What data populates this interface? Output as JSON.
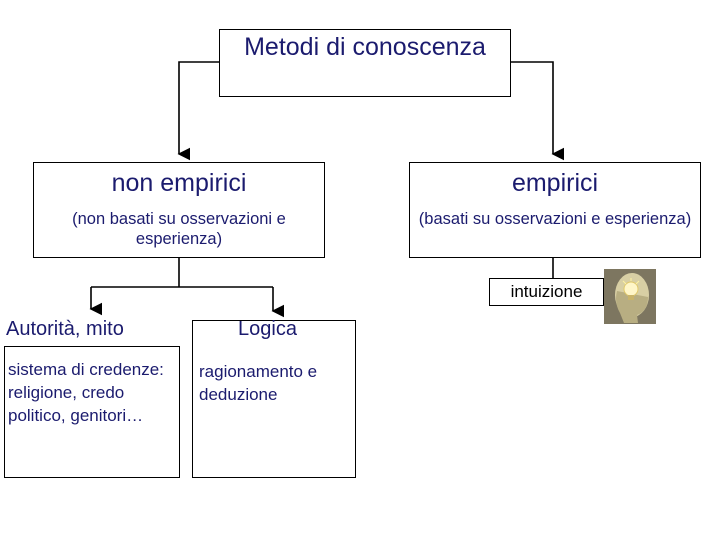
{
  "root": {
    "title": "Metodi di conoscenza"
  },
  "non_empirici": {
    "title": "non empirici",
    "subtitle": "(non basati su osservazioni e esperienza)"
  },
  "empirici": {
    "title": "empirici",
    "subtitle": "(basati su osservazioni e esperienza)"
  },
  "intuizione": {
    "label": "intuizione"
  },
  "autorita": {
    "title": "Autorità, mito",
    "description": "sistema di credenze: religione, credo politico, genitori…"
  },
  "logica": {
    "title": "Logica",
    "description": "ragionamento e deduzione"
  },
  "colors": {
    "text": "#1b1b6e",
    "border": "#000000"
  },
  "icons": {
    "intuition": "head-lightbulb-icon"
  }
}
